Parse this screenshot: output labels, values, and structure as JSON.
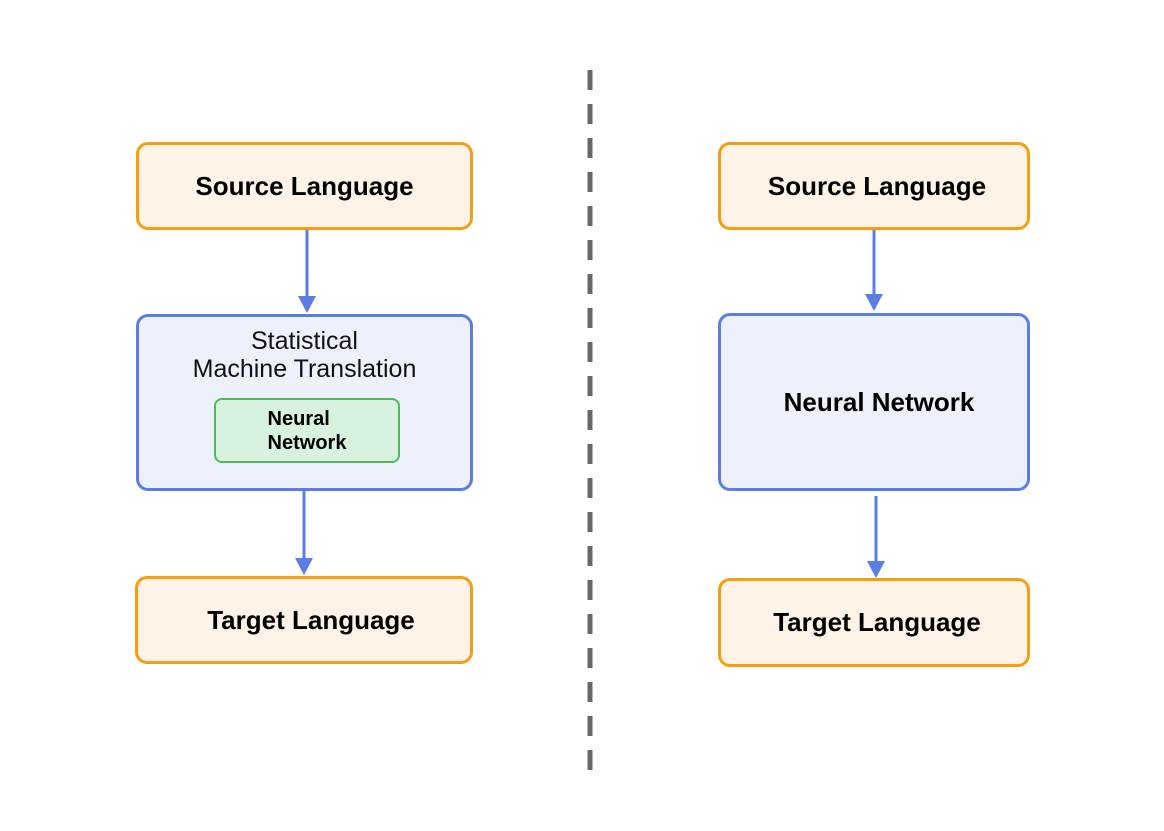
{
  "left_pipeline": {
    "source": "Source Language",
    "smt_title_line1": "Statistical",
    "smt_title_line2": "Machine Translation",
    "inner_nn_line1": "Neural",
    "inner_nn_line2": "Network",
    "target": "Target Language"
  },
  "right_pipeline": {
    "source": "Source Language",
    "neural_network": "Neural Network",
    "target": "Target Language"
  },
  "colors": {
    "language_border": "#f59e12",
    "language_fill": "#fef3e6",
    "process_border": "#5a7ee6",
    "process_fill": "#edf1fc",
    "inner_border": "#4cbb58",
    "inner_fill": "#d7f2de",
    "arrow": "#5a7ee6",
    "divider": "#666666"
  }
}
